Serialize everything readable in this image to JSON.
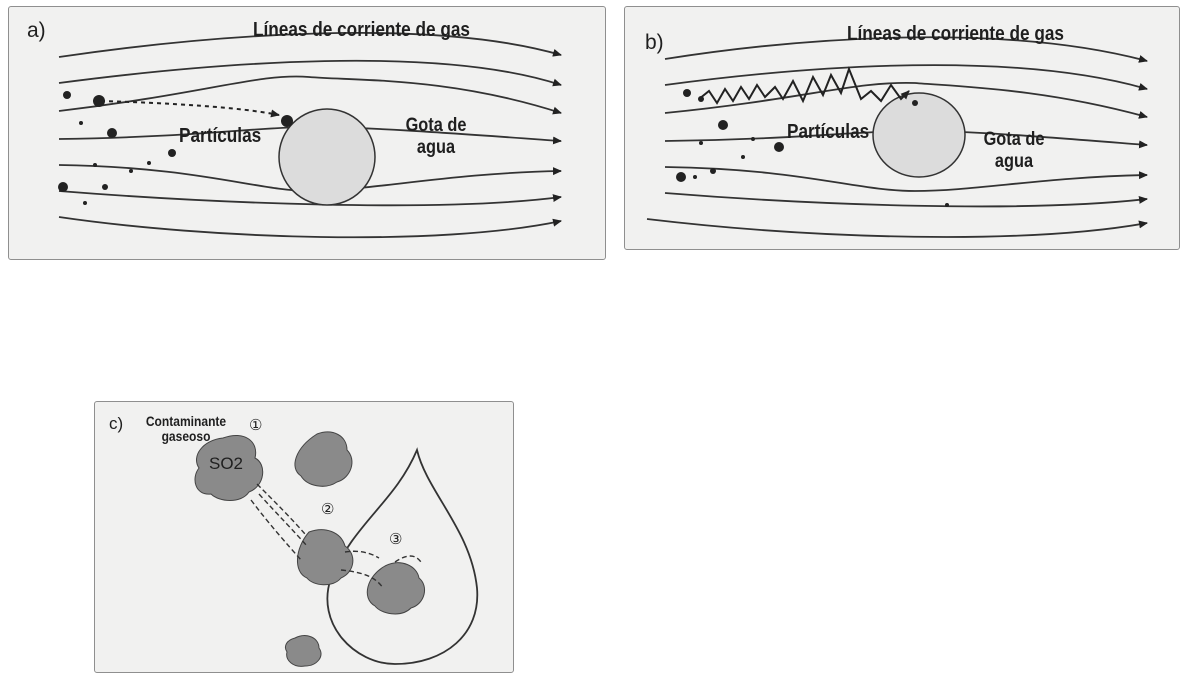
{
  "panel_a": {
    "letter": "a)",
    "title": "Líneas de corriente de gas",
    "particles_label": "Partículas",
    "drop_label": "Gota de agua"
  },
  "panel_b": {
    "letter": "b)",
    "title": "Líneas de corriente de gas",
    "particles_label": "Partículas",
    "drop_label": "Gota de agua"
  },
  "panel_c": {
    "letter": "c)",
    "pollutant_label": "Contaminante gaseoso",
    "molecule_label": "SO2",
    "step_1": "①",
    "step_2": "②",
    "step_3": "③"
  },
  "colors": {
    "panel_bg": "#f1f1f0",
    "drop_fill": "#dcdcdc",
    "blob_fill": "#8a8a8a",
    "ink": "#1f1f1f"
  }
}
